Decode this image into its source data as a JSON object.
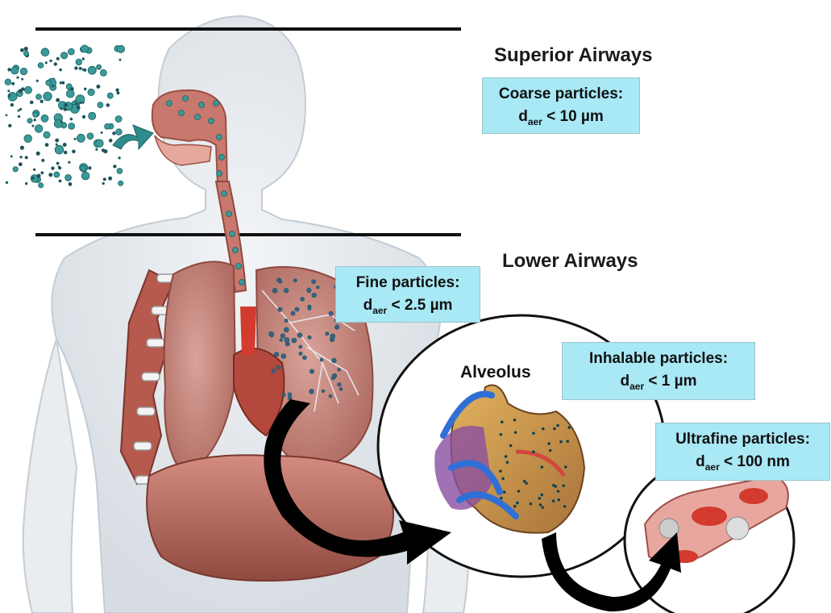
{
  "sections": {
    "superior": "Superior Airways",
    "lower": "Lower Airways"
  },
  "alveolus_label": "Alveolus",
  "boxes": {
    "coarse": {
      "title": "Coarse particles:",
      "d": "d",
      "sub": "aer",
      "value": "< 10 µm"
    },
    "fine": {
      "title": "Fine particles:",
      "d": "d",
      "sub": "aer",
      "value": "< 2.5 µm"
    },
    "inhalable": {
      "title": "Inhalable  particles:",
      "d": "d",
      "sub": "aer",
      "value": "< 1 µm"
    },
    "ultrafine": {
      "title": "Ultrafine  particles:",
      "d": "d",
      "sub": "aer",
      "value": "< 100 nm"
    }
  },
  "colors": {
    "box_fill": "#a9e8f5",
    "particle": "#3a9a9a",
    "lung": "#c9877e",
    "trachea": "#b8655a",
    "arrow": "#000000",
    "skin": "#e4e8ec"
  }
}
